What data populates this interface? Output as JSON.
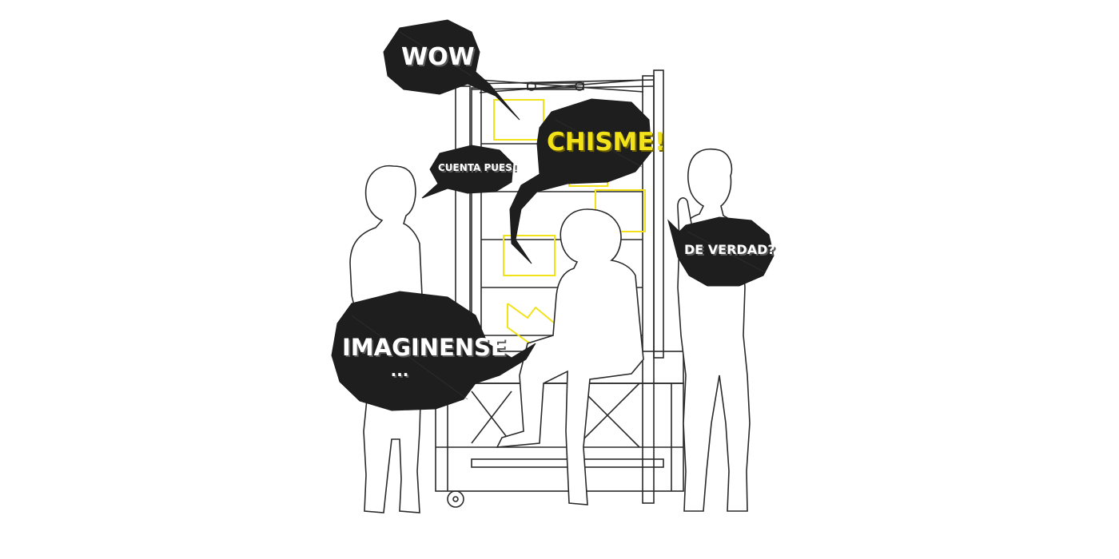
{
  "bubbles": {
    "wow": "WOW",
    "chisme": "CHISME!",
    "cuenta": "CUENTA PUES!",
    "verdad": "DE VERDAD?",
    "imaginense": "IMAGINENSE",
    "ellipsis": "..."
  },
  "colors": {
    "accent_yellow": "#f2e21a",
    "bubble_fill": "#1e1e1e",
    "line": "#2a2a2a",
    "background": "#ffffff"
  }
}
